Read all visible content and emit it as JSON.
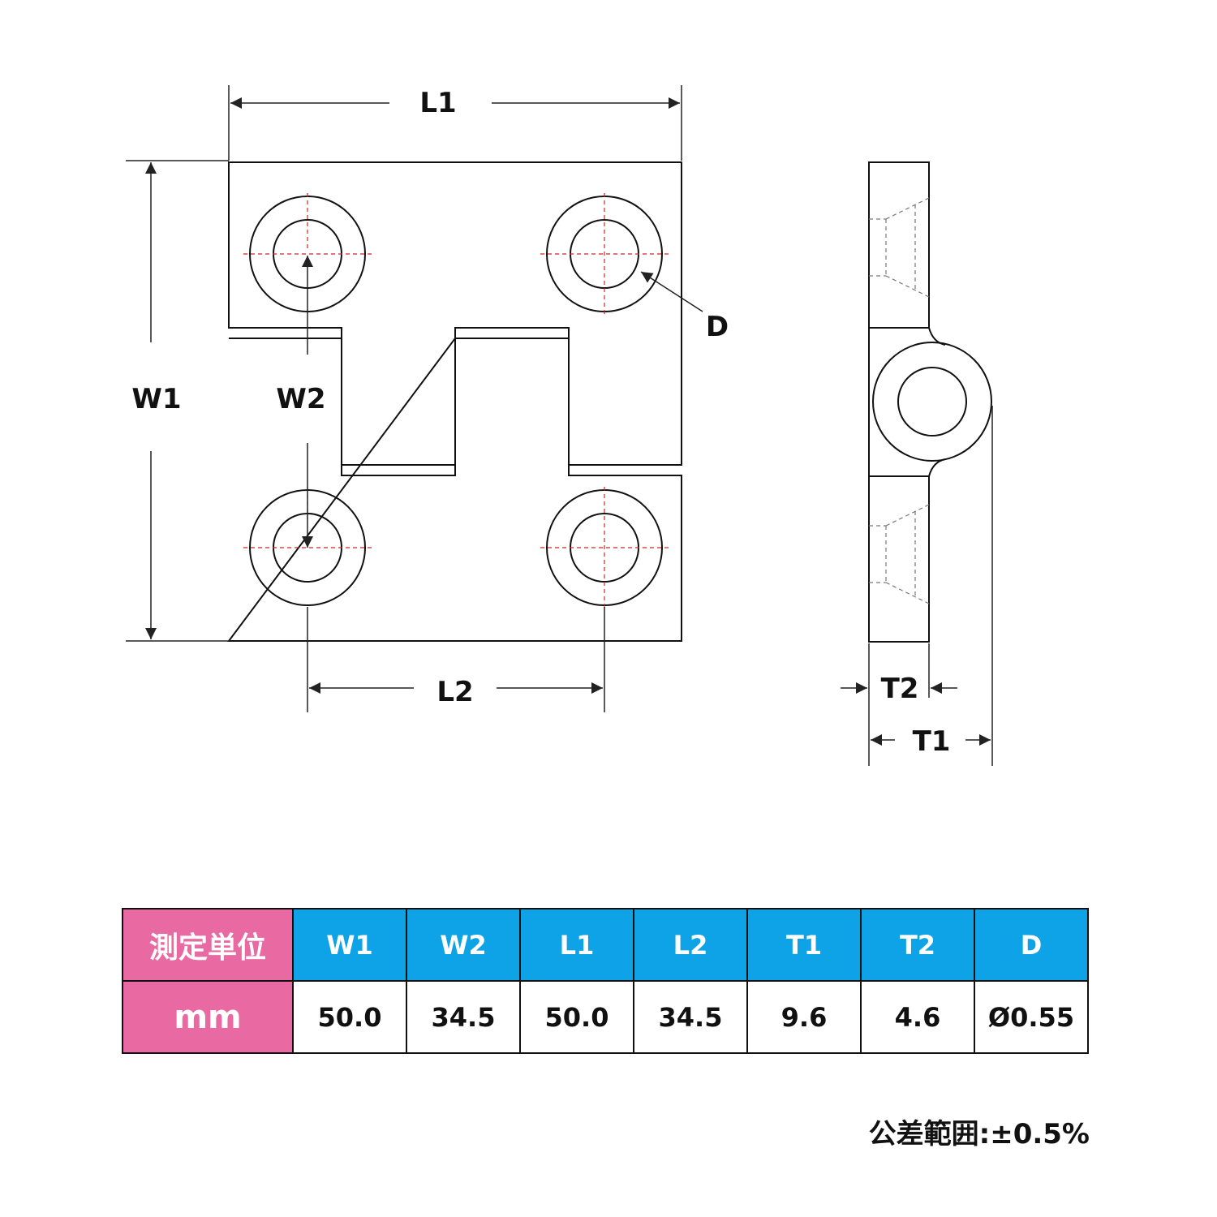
{
  "drawing_labels": {
    "L1": "L1",
    "L2": "L2",
    "W1": "W1",
    "W2": "W2",
    "D": "D",
    "T1": "T1",
    "T2": "T2"
  },
  "table": {
    "unit_header": "測定単位",
    "unit_value": "mm",
    "columns": [
      {
        "label": "W1",
        "value": "50.0"
      },
      {
        "label": "W2",
        "value": "34.5"
      },
      {
        "label": "L1",
        "value": "50.0"
      },
      {
        "label": "L2",
        "value": "34.5"
      },
      {
        "label": "T1",
        "value": "9.6"
      },
      {
        "label": "T2",
        "value": "4.6"
      },
      {
        "label": "D",
        "value": "Ø0.55"
      }
    ]
  },
  "tolerance": "公差範囲:±0.5%",
  "colors": {
    "header_blue": "#0ea3e6",
    "unit_pink": "#e96aa2",
    "line": "#111111",
    "center_line": "#d22222"
  }
}
